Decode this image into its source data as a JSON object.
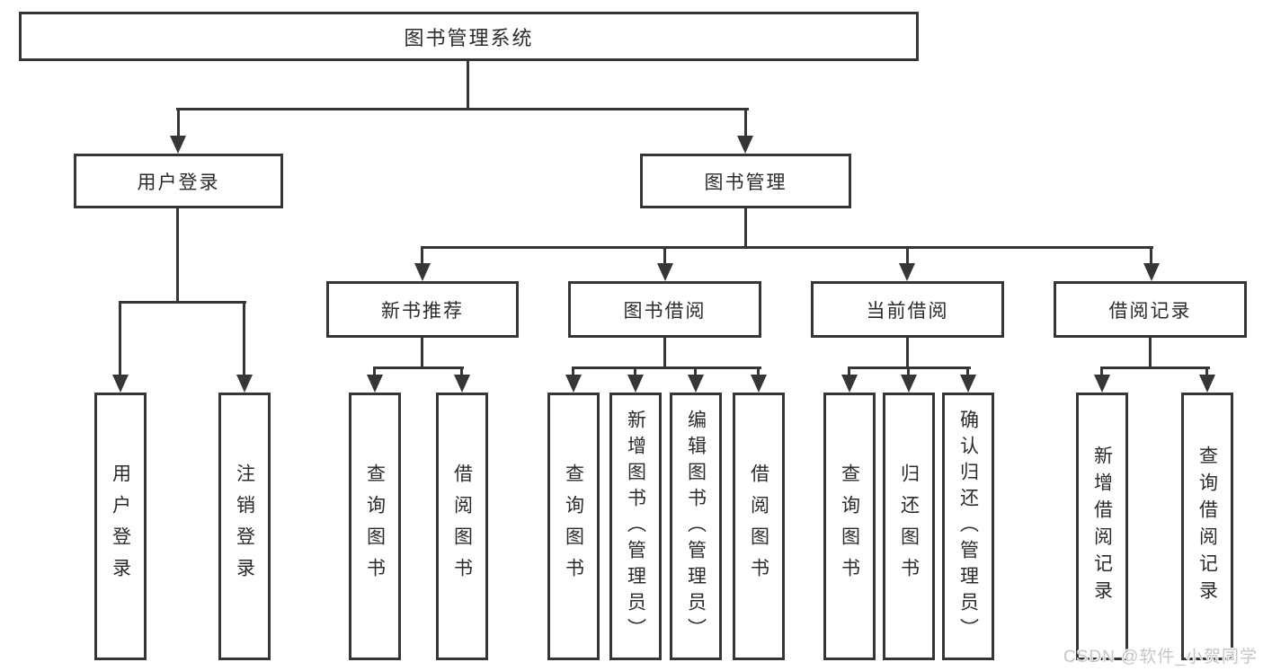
{
  "tree": {
    "label": "图书管理系统",
    "children": [
      {
        "label": "用户登录",
        "children": [
          {
            "label": "用户登录"
          },
          {
            "label": "注销登录"
          }
        ]
      },
      {
        "label": "图书管理",
        "children": [
          {
            "label": "新书推荐",
            "children": [
              {
                "label": "查询图书"
              },
              {
                "label": "借阅图书"
              }
            ]
          },
          {
            "label": "图书借阅",
            "children": [
              {
                "label": "查询图书"
              },
              {
                "label": "新增图书（管理员）"
              },
              {
                "label": "编辑图书（管理员）"
              },
              {
                "label": "借阅图书"
              }
            ]
          },
          {
            "label": "当前借阅",
            "children": [
              {
                "label": "查询图书"
              },
              {
                "label": "归还图书"
              },
              {
                "label": "确认归还（管理员）"
              }
            ]
          },
          {
            "label": "借阅记录",
            "children": [
              {
                "label": "新增借阅记录"
              },
              {
                "label": "查询借阅记录"
              }
            ]
          }
        ]
      }
    ]
  },
  "watermark": "CSDN @软件_小贺同学",
  "colors": {
    "line": "#363636",
    "text": "#2b2b2b",
    "background": "#ffffff",
    "watermark": "#c6c6c6"
  }
}
